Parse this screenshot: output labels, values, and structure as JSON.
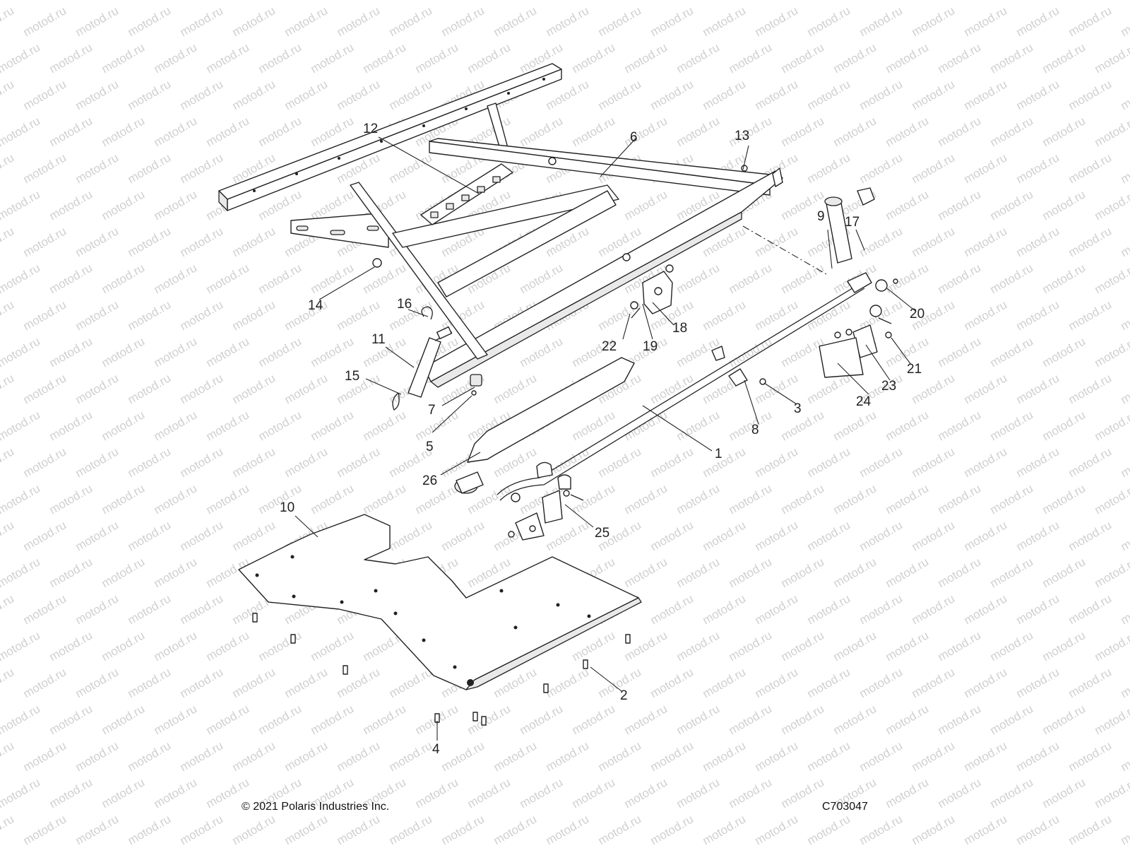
{
  "watermark": {
    "text": "motod.ru",
    "color": "#d0d0d0"
  },
  "callouts": [
    {
      "id": "1",
      "label": "1"
    },
    {
      "id": "2",
      "label": "2"
    },
    {
      "id": "3",
      "label": "3"
    },
    {
      "id": "4",
      "label": "4"
    },
    {
      "id": "5",
      "label": "5"
    },
    {
      "id": "6",
      "label": "6"
    },
    {
      "id": "7",
      "label": "7"
    },
    {
      "id": "8",
      "label": "8"
    },
    {
      "id": "9",
      "label": "9"
    },
    {
      "id": "10",
      "label": "10"
    },
    {
      "id": "11",
      "label": "11"
    },
    {
      "id": "12",
      "label": "12"
    },
    {
      "id": "13",
      "label": "13"
    },
    {
      "id": "14",
      "label": "14"
    },
    {
      "id": "15",
      "label": "15"
    },
    {
      "id": "16",
      "label": "16"
    },
    {
      "id": "17",
      "label": "17"
    },
    {
      "id": "18",
      "label": "18"
    },
    {
      "id": "19",
      "label": "19"
    },
    {
      "id": "20",
      "label": "20"
    },
    {
      "id": "21",
      "label": "21"
    },
    {
      "id": "22",
      "label": "22"
    },
    {
      "id": "23",
      "label": "23"
    },
    {
      "id": "24",
      "label": "24"
    },
    {
      "id": "25",
      "label": "25"
    },
    {
      "id": "26",
      "label": "26"
    }
  ],
  "footer": {
    "copyright": "© 2021 Polaris Industries Inc.",
    "diagram_code": "C703047"
  }
}
